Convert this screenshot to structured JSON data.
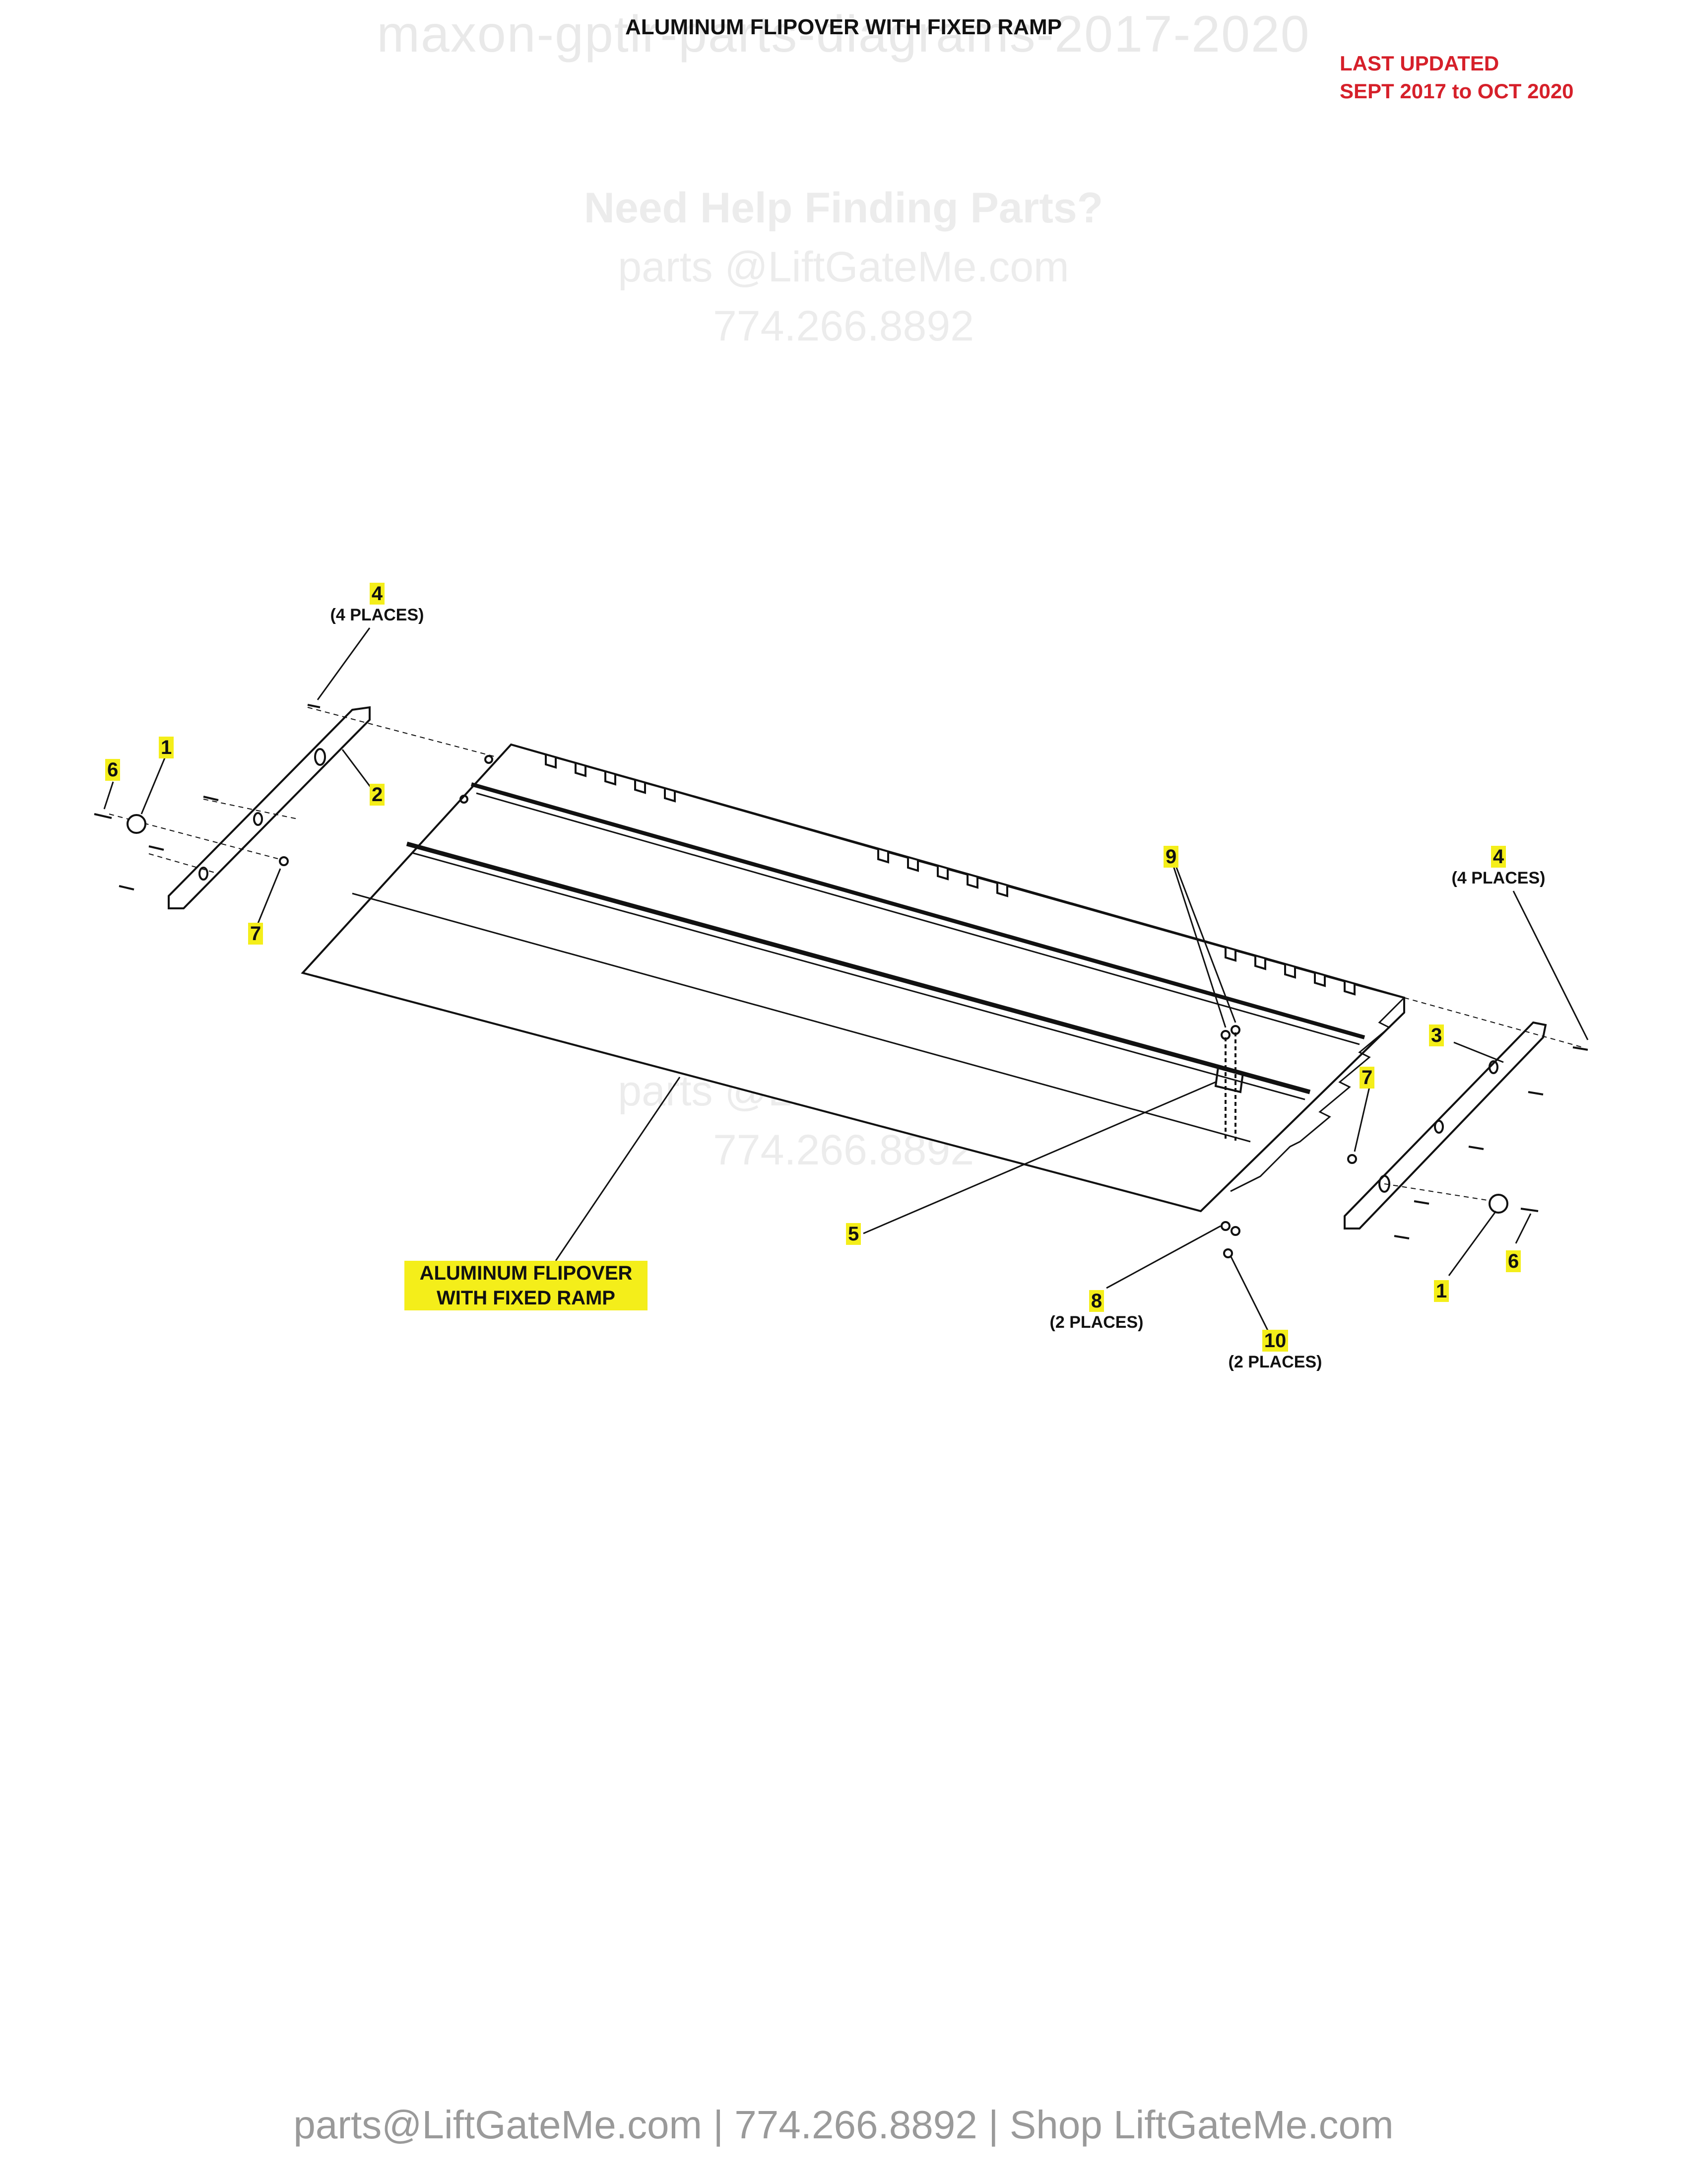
{
  "header": {
    "title": "ALUMINUM FLIPOVER WITH FIXED RAMP",
    "watermark": "maxon-gptlr-parts-diagrams-2017-2020",
    "last_updated_label": "LAST UPDATED",
    "last_updated_range": "SEPT 2017 to OCT 2020"
  },
  "help": {
    "heading": "Need Help Finding Parts?",
    "email": "parts @LiftGateMe.com",
    "phone": "774.266.8892"
  },
  "callouts": {
    "c4_left": {
      "num": "4",
      "note": "(4 PLACES)"
    },
    "c1_left": {
      "num": "1"
    },
    "c6_left": {
      "num": "6"
    },
    "c2": {
      "num": "2"
    },
    "c7_left": {
      "num": "7"
    },
    "c9": {
      "num": "9"
    },
    "c4_right": {
      "num": "4",
      "note": "(4 PLACES)"
    },
    "c3": {
      "num": "3"
    },
    "c7_right": {
      "num": "7"
    },
    "c5": {
      "num": "5"
    },
    "c1_right": {
      "num": "1"
    },
    "c6_right": {
      "num": "6"
    },
    "c8": {
      "num": "8",
      "note": "(2 PLACES)"
    },
    "c10": {
      "num": "10",
      "note": "(2 PLACES)"
    }
  },
  "assembly_label": {
    "line1": "ALUMINUM FLIPOVER",
    "line2": "WITH FIXED RAMP"
  },
  "footer": {
    "text": "parts@LiftGateMe.com | 774.266.8892 | Shop LiftGateMe.com"
  }
}
